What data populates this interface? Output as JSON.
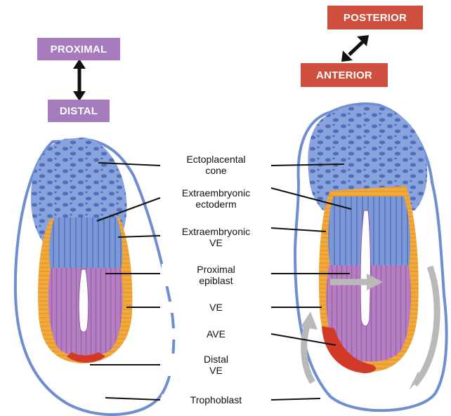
{
  "orientation": {
    "proximal": "PROXIMAL",
    "distal": "DISTAL",
    "posterior": "POSTERIOR",
    "anterior": "ANTERIOR"
  },
  "labels": {
    "ectoplacental_cone": [
      "Ectoplacental",
      "cone"
    ],
    "extraembryonic_ectoderm": [
      "Extraembryonic",
      "ectoderm"
    ],
    "extraembryonic_ve": [
      "Extraembryonic",
      "VE"
    ],
    "proximal_epiblast": [
      "Proximal",
      "epiblast"
    ],
    "ve": "VE",
    "ave": "AVE",
    "distal_ve": [
      "Distal",
      "VE"
    ],
    "trophoblast": "Trophoblast"
  },
  "colors": {
    "proximal_distal_tag": "#a57bbd",
    "anterior_posterior_tag": "#cf4e3d",
    "ectoderm_blue": "#7d98d6",
    "ectoderm_spots": "#4d6fbe",
    "epiblast_purple": "#b77fc2",
    "visceral_endoderm_orange": "#f0a93a",
    "ave_red": "#d23a28",
    "movement_arrow": "#b9b9b9"
  }
}
